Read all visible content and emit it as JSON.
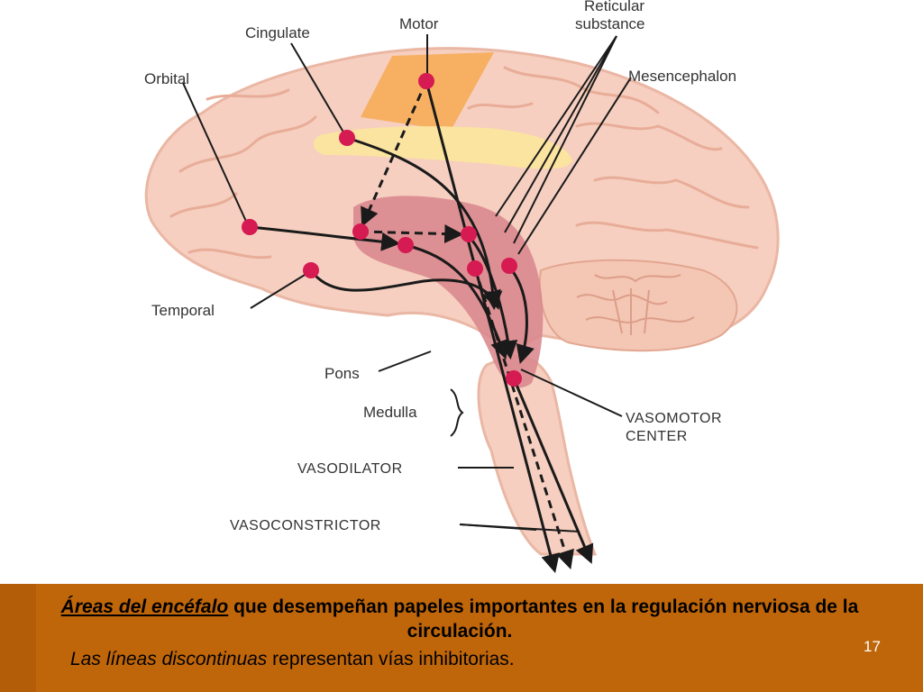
{
  "labels": {
    "cingulate": "Cingulate",
    "motor": "Motor",
    "reticular_1": "Reticular",
    "reticular_2": "substance",
    "orbital": "Orbital",
    "mesencephalon": "Mesencephalon",
    "temporal": "Temporal",
    "pons": "Pons",
    "medulla": "Medulla",
    "vasomotor_1": "VASOMOTOR",
    "vasomotor_2": "CENTER",
    "vasodilator": "VASODILATOR",
    "vasoconstrictor": "VASOCONSTRICTOR"
  },
  "caption": {
    "title_underlined": "Áreas del encéfalo",
    "title_rest": " que desempeñan papeles importantes en la regulación nerviosa de la circulación.",
    "note_italic": "Las líneas discontinuas",
    "note_rest": " representan vías inhibitorias."
  },
  "slide_number": "17",
  "colors": {
    "brain_fill": "#f6cfc0",
    "brain_outline": "#eab7a4",
    "motor_area": "#f7b062",
    "cingulate_area": "#fbe3a0",
    "brainstem_region": "#d9888c",
    "node": "#d61a52",
    "caption_bar": "#c0660a",
    "slide_number": "#ffffff"
  },
  "icons": {
    "node": "red-dot-node",
    "arrow_solid": "solid-arrow",
    "arrow_dashed": "dashed-arrow-inhibitory"
  }
}
